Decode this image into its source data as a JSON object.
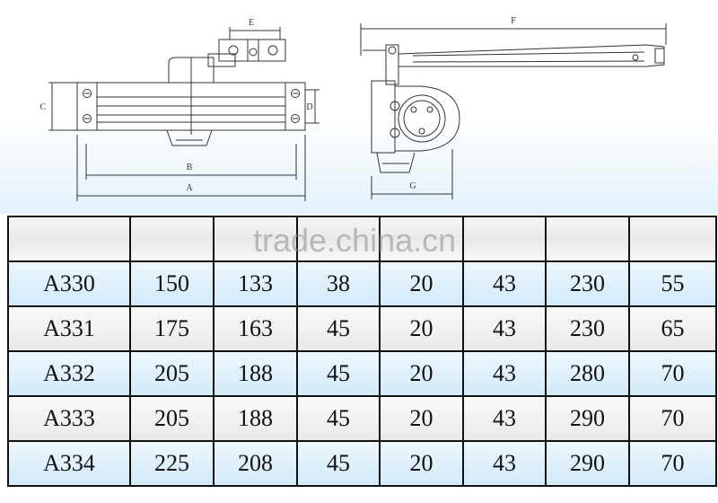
{
  "watermark": "trade.china.cn",
  "diagram": {
    "front_view_labels": {
      "a": "A",
      "b": "B",
      "c": "C",
      "d": "D",
      "e": "E"
    },
    "side_view_labels": {
      "f": "F",
      "g": "G"
    }
  },
  "table": {
    "header": [
      "",
      "",
      "",
      "",
      "",
      "",
      "",
      ""
    ],
    "rows": [
      {
        "model": "A330",
        "values": [
          "150",
          "133",
          "38",
          "20",
          "43",
          "230",
          "55"
        ]
      },
      {
        "model": "A331",
        "values": [
          "175",
          "163",
          "45",
          "20",
          "43",
          "230",
          "65"
        ]
      },
      {
        "model": "A332",
        "values": [
          "205",
          "188",
          "45",
          "20",
          "43",
          "280",
          "70"
        ]
      },
      {
        "model": "A333",
        "values": [
          "205",
          "188",
          "45",
          "20",
          "43",
          "290",
          "70"
        ]
      },
      {
        "model": "A334",
        "values": [
          "225",
          "208",
          "45",
          "20",
          "43",
          "290",
          "70"
        ]
      }
    ]
  },
  "colors": {
    "row_blue": "#d2eaf9",
    "row_gray": "#e9e9e9",
    "line": "#111111"
  }
}
